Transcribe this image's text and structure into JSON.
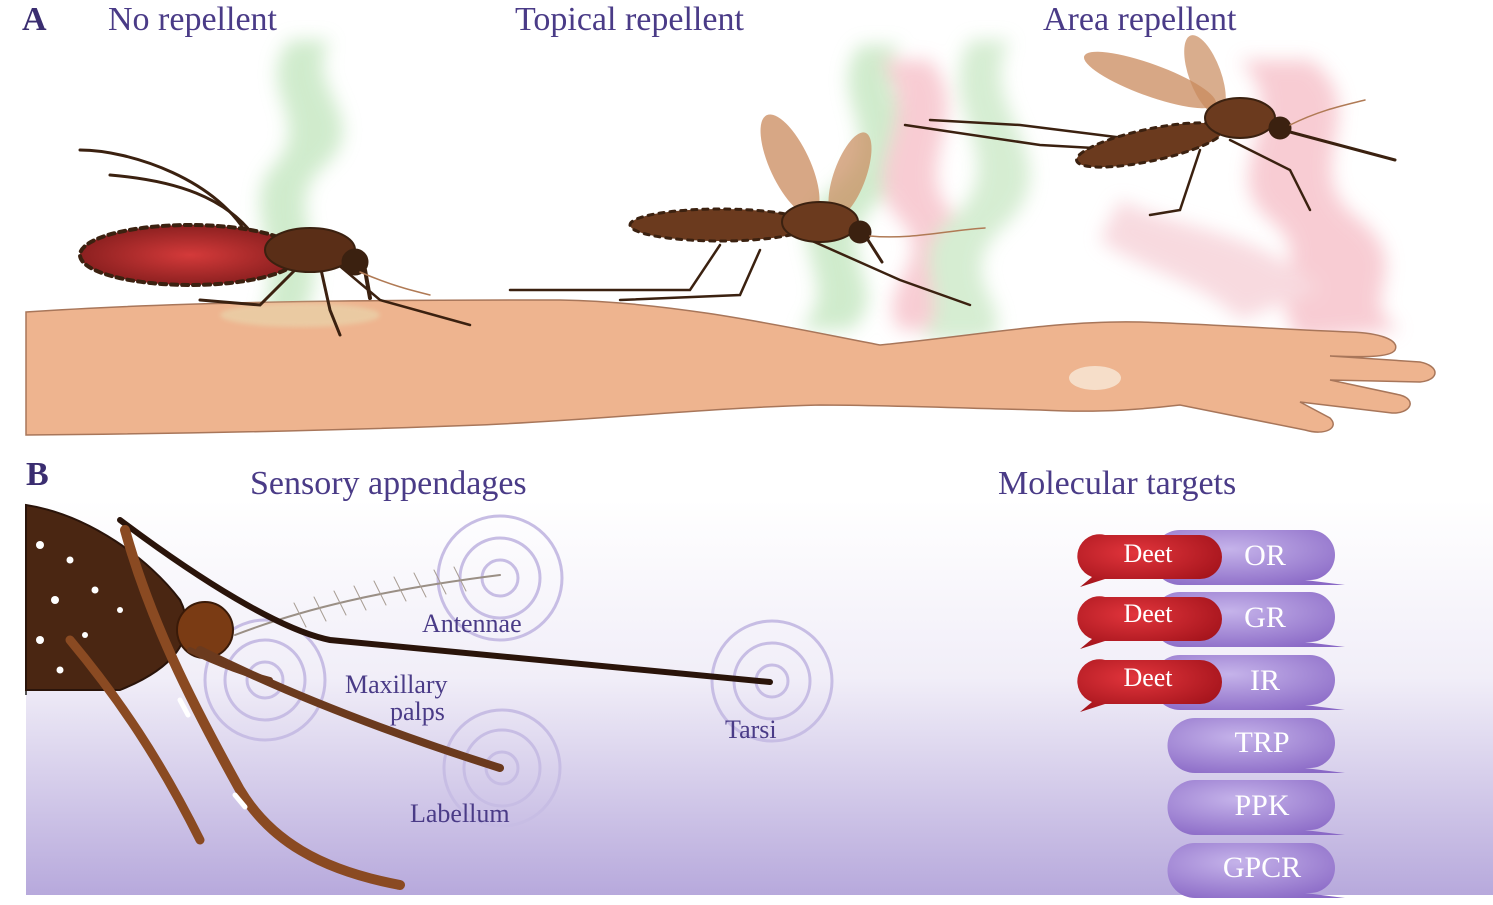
{
  "panel_a": {
    "letter": "A",
    "titles": [
      "No repellent",
      "Topical repellent",
      "Area repellent"
    ]
  },
  "panel_b": {
    "letter": "B",
    "left_title": "Sensory appendages",
    "right_title": "Molecular targets",
    "appendages": [
      "Antennae",
      "Maxillary",
      "palps",
      "Tarsi",
      "Labellum"
    ],
    "targets": [
      {
        "name": "OR",
        "deet": "Deet"
      },
      {
        "name": "GR",
        "deet": "Deet"
      },
      {
        "name": "IR",
        "deet": "Deet"
      },
      {
        "name": "TRP"
      },
      {
        "name": "PPK"
      },
      {
        "name": "GPCR"
      }
    ]
  },
  "colors": {
    "title_purple": "#4a3b87",
    "bubble_purple": "#9b7fcf",
    "deet_red": "#c8222a",
    "skin": "#eeb48f",
    "repellent_green": "#bfe3bf",
    "repellent_pink": "#f6b9c3",
    "mosquito_brown": "#6b3a1e"
  }
}
